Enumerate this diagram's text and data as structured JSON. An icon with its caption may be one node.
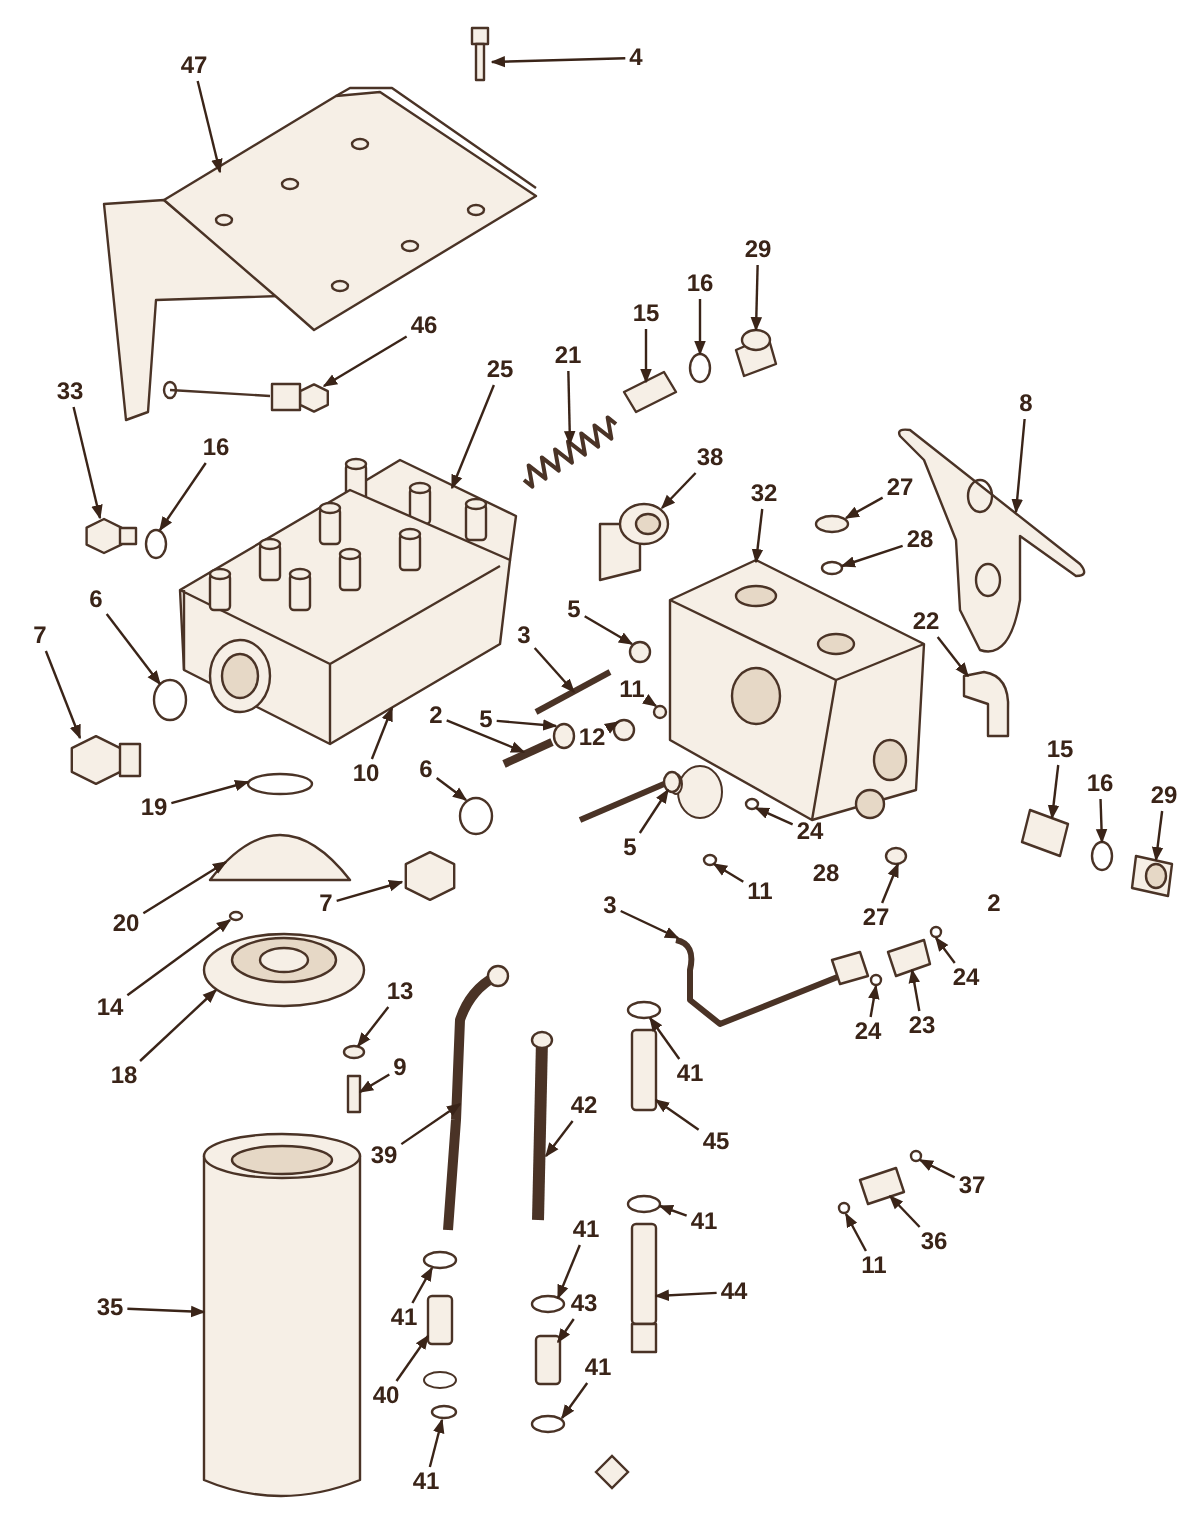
{
  "diagram": {
    "nodes": [
      {
        "text": [
          "47"
        ]
      },
      {
        "text": [
          "4"
        ]
      },
      {
        "text": [
          "29"
        ]
      },
      {
        "text": [
          "16"
        ]
      },
      {
        "text": [
          "15"
        ]
      },
      {
        "text": [
          "46"
        ]
      },
      {
        "text": [
          "21"
        ]
      },
      {
        "text": [
          "25"
        ]
      },
      {
        "text": [
          "33"
        ]
      },
      {
        "text": [
          "8"
        ]
      },
      {
        "text": [
          "16"
        ]
      },
      {
        "text": [
          "38"
        ]
      },
      {
        "text": [
          "27"
        ]
      },
      {
        "text": [
          "32"
        ]
      },
      {
        "text": [
          "28"
        ]
      },
      {
        "text": [
          "6"
        ]
      },
      {
        "text": [
          "5"
        ]
      },
      {
        "text": [
          "22"
        ]
      },
      {
        "text": [
          "7"
        ]
      },
      {
        "text": [
          "3"
        ]
      },
      {
        "text": [
          "11"
        ]
      },
      {
        "text": [
          "12"
        ]
      },
      {
        "text": [
          "2"
        ]
      },
      {
        "text": [
          "5"
        ]
      },
      {
        "text": [
          "15"
        ]
      },
      {
        "text": [
          "6"
        ]
      },
      {
        "text": [
          "10"
        ]
      },
      {
        "text": [
          "16"
        ]
      },
      {
        "text": [
          "29"
        ]
      },
      {
        "text": [
          "19"
        ]
      },
      {
        "text": [
          "24"
        ]
      },
      {
        "text": [
          "5"
        ]
      },
      {
        "text": [
          "11"
        ]
      },
      {
        "text": [
          "7"
        ]
      },
      {
        "text": [
          "3"
        ]
      },
      {
        "text": [
          "27"
        ]
      },
      {
        "text": [
          "20"
        ]
      },
      {
        "text": [
          "24"
        ]
      },
      {
        "text": [
          "14"
        ]
      },
      {
        "text": [
          "23"
        ]
      },
      {
        "text": [
          "13"
        ]
      },
      {
        "text": [
          "24"
        ]
      },
      {
        "text": [
          "18"
        ]
      },
      {
        "text": [
          "9"
        ]
      },
      {
        "text": [
          "41"
        ]
      },
      {
        "text": [
          "42"
        ]
      },
      {
        "text": [
          "45"
        ]
      },
      {
        "text": [
          "39"
        ]
      },
      {
        "text": [
          "37"
        ]
      },
      {
        "text": [
          "41"
        ]
      },
      {
        "text": [
          "41"
        ]
      },
      {
        "text": [
          "36"
        ]
      },
      {
        "text": [
          "11"
        ]
      },
      {
        "text": [
          "44"
        ]
      },
      {
        "text": [
          "35"
        ]
      },
      {
        "text": [
          "41"
        ]
      },
      {
        "text": [
          "43"
        ]
      },
      {
        "text": [
          "41"
        ]
      },
      {
        "text": [
          "40"
        ]
      },
      {
        "text": [
          "41"
        ]
      },
      {
        "text": [],
        "shape": "picture"
      },
      {
        "text": [],
        "shape": "box"
      },
      {
        "text": [],
        "shape": "box"
      },
      {
        "text": [],
        "shape": "circle"
      },
      {
        "text": [],
        "shape": "box"
      },
      {
        "text": [],
        "shape": "picture"
      },
      {
        "text": [],
        "shape": "picture"
      },
      {
        "text": [],
        "shape": "picture"
      },
      {
        "text": [],
        "shape": "box"
      },
      {
        "text": [],
        "shape": "picture"
      },
      {
        "text": [],
        "shape": "circle"
      },
      {
        "text": [],
        "shape": "picture"
      },
      {
        "text": [],
        "shape": "circle"
      },
      {
        "text": [],
        "shape": "picture"
      },
      {
        "text": [],
        "shape": "circle"
      },
      {
        "text": [],
        "shape": "circle"
      },
      {
        "text": [],
        "shape": "circle"
      },
      {
        "text": [],
        "shape": "box"
      },
      {
        "text": [],
        "shape": "box"
      },
      {
        "text": [],
        "shape": "bar"
      },
      {
        "text": [],
        "shape": "circle"
      },
      {
        "text": [],
        "shape": "circle"
      },
      {
        "text": [],
        "shape": "bar"
      },
      {
        "text": [],
        "shape": "circle"
      },
      {
        "text": [],
        "shape": "box"
      },
      {
        "text": [],
        "shape": "circle"
      },
      {
        "text": [],
        "shape": "picture"
      },
      {
        "text": [],
        "shape": "circle"
      },
      {
        "text": [],
        "shape": "box"
      },
      {
        "text": [],
        "shape": "circle"
      },
      {
        "text": [],
        "shape": "circle"
      },
      {
        "text": [],
        "shape": "circle"
      },
      {
        "text": [],
        "shape": "circle"
      },
      {
        "text": [],
        "shape": "box"
      },
      {
        "text": [],
        "shape": "picture"
      },
      {
        "text": [],
        "shape": "circle"
      },
      {
        "text": [],
        "shape": "box"
      },
      {
        "text": [],
        "shape": "circle"
      },
      {
        "text": [],
        "shape": "circle"
      },
      {
        "text": [],
        "shape": "box"
      },
      {
        "text": [],
        "shape": "circle"
      },
      {
        "text": [],
        "shape": "circle"
      },
      {
        "text": [],
        "shape": "picture"
      },
      {
        "text": [],
        "shape": "box"
      },
      {
        "text": [],
        "shape": "circle"
      },
      {
        "text": [],
        "shape": "picture"
      },
      {
        "text": [],
        "shape": "box"
      },
      {
        "text": [],
        "shape": "picture"
      },
      {
        "text": [],
        "shape": "circle"
      },
      {
        "text": [],
        "shape": "circle"
      },
      {
        "text": [],
        "shape": "circle"
      },
      {
        "text": [],
        "shape": "box"
      },
      {
        "text": [],
        "shape": "circle"
      },
      {
        "text": [],
        "shape": "box"
      },
      {
        "text": [],
        "shape": "cylinder"
      },
      {
        "text": [],
        "shape": "circle"
      },
      {
        "text": [],
        "shape": "box"
      },
      {
        "text": [],
        "shape": "circle"
      },
      {
        "text": [],
        "shape": "box"
      },
      {
        "text": [],
        "shape": "circle"
      }
    ],
    "edges": [
      {
        "from": 0,
        "to": 60,
        "arrow": "to"
      },
      {
        "from": 1,
        "to": 61,
        "arrow": "to"
      },
      {
        "from": 2,
        "to": 62,
        "arrow": "to"
      },
      {
        "from": 3,
        "to": 63,
        "arrow": "to"
      },
      {
        "from": 4,
        "to": 64,
        "arrow": "to"
      },
      {
        "from": 5,
        "to": 65,
        "arrow": "to"
      },
      {
        "from": 6,
        "to": 66,
        "arrow": "to"
      },
      {
        "from": 7,
        "to": 67,
        "arrow": "to"
      },
      {
        "from": 8,
        "to": 68,
        "arrow": "to"
      },
      {
        "from": 9,
        "to": 69,
        "arrow": "to"
      },
      {
        "from": 10,
        "to": 70,
        "arrow": "to"
      },
      {
        "from": 11,
        "to": 71,
        "arrow": "to"
      },
      {
        "from": 12,
        "to": 72,
        "arrow": "to"
      },
      {
        "from": 13,
        "to": 73,
        "arrow": "to"
      },
      {
        "from": 14,
        "to": 74,
        "arrow": "to"
      },
      {
        "from": 15,
        "to": 75,
        "arrow": "to"
      },
      {
        "from": 16,
        "to": 76,
        "arrow": "to"
      },
      {
        "from": 17,
        "to": 77,
        "arrow": "to"
      },
      {
        "from": 18,
        "to": 78,
        "arrow": "to"
      },
      {
        "from": 19,
        "to": 79,
        "arrow": "to"
      },
      {
        "from": 20,
        "to": 80,
        "arrow": "to"
      },
      {
        "from": 21,
        "to": 81,
        "arrow": "to"
      },
      {
        "from": 22,
        "to": 82,
        "arrow": "to"
      },
      {
        "from": 23,
        "to": 83,
        "arrow": "to"
      },
      {
        "from": 24,
        "to": 84,
        "arrow": "to"
      },
      {
        "from": 25,
        "to": 85,
        "arrow": "to"
      },
      {
        "from": 26,
        "to": 86,
        "arrow": "to"
      },
      {
        "from": 27,
        "to": 87,
        "arrow": "to"
      },
      {
        "from": 28,
        "to": 88,
        "arrow": "to"
      },
      {
        "from": 29,
        "to": 89,
        "arrow": "to"
      },
      {
        "from": 30,
        "to": 90,
        "arrow": "to"
      },
      {
        "from": 31,
        "to": 91,
        "arrow": "to"
      },
      {
        "from": 32,
        "to": 92,
        "arrow": "to"
      },
      {
        "from": 33,
        "to": 93,
        "arrow": "to"
      },
      {
        "from": 34,
        "to": 94,
        "arrow": "to"
      },
      {
        "from": 35,
        "to": 95,
        "arrow": "to"
      },
      {
        "from": 36,
        "to": 96,
        "arrow": "to"
      },
      {
        "from": 37,
        "to": 97,
        "arrow": "to"
      },
      {
        "from": 38,
        "to": 98,
        "arrow": "to"
      },
      {
        "from": 39,
        "to": 99,
        "arrow": "to"
      },
      {
        "from": 40,
        "to": 100,
        "arrow": "to"
      },
      {
        "from": 41,
        "to": 101,
        "arrow": "to"
      },
      {
        "from": 42,
        "to": 102,
        "arrow": "to"
      },
      {
        "from": 43,
        "to": 103,
        "arrow": "to"
      },
      {
        "from": 44,
        "to": 104,
        "arrow": "to"
      },
      {
        "from": 45,
        "to": 105,
        "arrow": "to"
      },
      {
        "from": 46,
        "to": 106,
        "arrow": "to"
      },
      {
        "from": 47,
        "to": 107,
        "arrow": "to"
      },
      {
        "from": 48,
        "to": 108,
        "arrow": "to"
      },
      {
        "from": 49,
        "to": 109,
        "arrow": "to"
      },
      {
        "from": 50,
        "to": 110,
        "arrow": "to"
      },
      {
        "from": 51,
        "to": 111,
        "arrow": "to"
      },
      {
        "from": 52,
        "to": 112,
        "arrow": "to"
      },
      {
        "from": 53,
        "to": 113,
        "arrow": "to"
      },
      {
        "from": 54,
        "to": 114,
        "arrow": "to"
      },
      {
        "from": 55,
        "to": 115,
        "arrow": "to"
      },
      {
        "from": 56,
        "to": 116,
        "arrow": "to"
      },
      {
        "from": 57,
        "to": 117,
        "arrow": "to"
      },
      {
        "from": 58,
        "to": 118,
        "arrow": "to"
      },
      {
        "from": 59,
        "to": 119,
        "arrow": "to"
      }
    ],
    "labels": [
      "28",
      "2"
    ]
  }
}
